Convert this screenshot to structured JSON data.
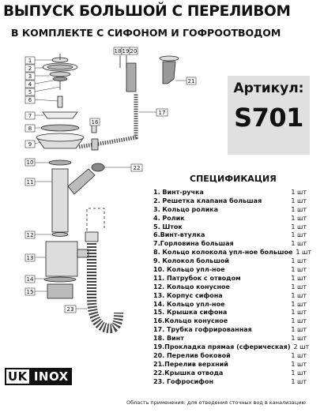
{
  "header": {
    "title": "ВЫПУСК БОЛЬШОЙ С ПЕРЕЛИВОМ",
    "subtitle": "В КОМПЛЕКТЕ С СИФОНОМ И ГОФРООТВОДОМ"
  },
  "article": {
    "label": "Артикул:",
    "value": "S701"
  },
  "spec": {
    "title": "СПЕЦИФИКАЦИЯ",
    "items": [
      {
        "name": "1. Винт-ручка",
        "qty": "1 шт"
      },
      {
        "name": "2. Решетка клапана большая",
        "qty": "1 шт"
      },
      {
        "name": "3. Кольцо ролика",
        "qty": "1 шт"
      },
      {
        "name": "4. Ролик",
        "qty": "1 шт"
      },
      {
        "name": "5. Шток",
        "qty": "1 шт"
      },
      {
        "name": "6.Винт-втулка",
        "qty": "1 шт"
      },
      {
        "name": "7.Горловина большая",
        "qty": "1 шт"
      },
      {
        "name": "8. Кольцо колокола упл-ное большое",
        "qty": "1 шт"
      },
      {
        "name": "9. Колокол большой",
        "qty": "1 шт"
      },
      {
        "name": "10. Кольцо упл-ное",
        "qty": "1 шт"
      },
      {
        "name": "11. Патрубок с отводом",
        "qty": "1 шт"
      },
      {
        "name": "12. Кольцо конусное",
        "qty": "1 шт"
      },
      {
        "name": "13. Корпус сифона",
        "qty": "1 шт"
      },
      {
        "name": "14. Кольцо упл-ное",
        "qty": "1 шт"
      },
      {
        "name": "15. Крышка сифона",
        "qty": "1 шт"
      },
      {
        "name": "16.Кольцо конусное",
        "qty": "1 шт"
      },
      {
        "name": "17. Трубка гофрированная",
        "qty": "1 шт"
      },
      {
        "name": "18. Винт",
        "qty": "1 шт"
      },
      {
        "name": "19.Прокладка прямая (сферическая)",
        "qty": "2 шт"
      },
      {
        "name": "20. Перелив боковой",
        "qty": "1 шт"
      },
      {
        "name": "21.Перелив верхний",
        "qty": "1 шт"
      },
      {
        "name": "22.Крышка отвода",
        "qty": "1 шт"
      },
      {
        "name": "23. Гофросифон",
        "qty": "1 шт"
      }
    ]
  },
  "diagram": {
    "callouts": [
      "1",
      "2",
      "3",
      "4",
      "5",
      "6",
      "7",
      "8",
      "9",
      "10",
      "11",
      "12",
      "13",
      "14",
      "15",
      "16",
      "17",
      "18",
      "19",
      "20",
      "21",
      "22",
      "23"
    ]
  },
  "brand": {
    "part1": "UK",
    "part2": "INOX"
  },
  "footer": {
    "text": "Область применения: для отведения сточных вод в канализацию"
  }
}
